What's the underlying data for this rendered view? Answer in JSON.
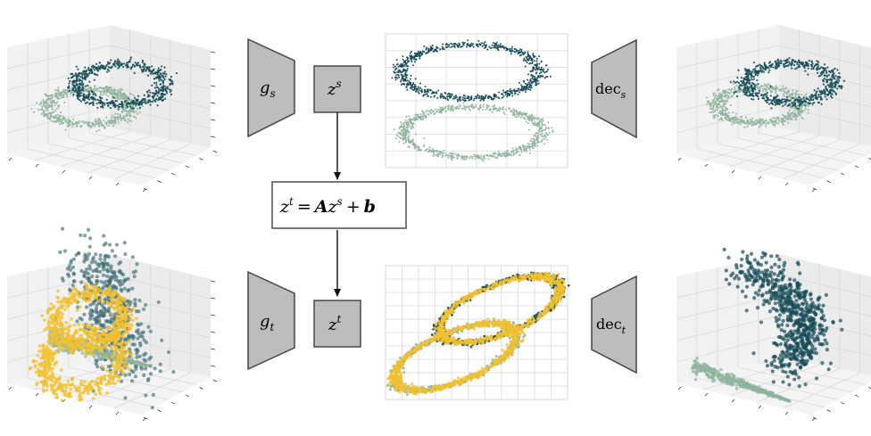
{
  "labels": {
    "g_s": {
      "base": "g",
      "sub": "s"
    },
    "z_s": {
      "base": "z",
      "sup": "s"
    },
    "dec_s": {
      "base": "dec",
      "sub": "s"
    },
    "g_t": {
      "base": "g",
      "sub": "t"
    },
    "z_t": {
      "base": "z",
      "sup": "t"
    },
    "dec_t": {
      "base": "dec",
      "sub": "t"
    },
    "transform": {
      "lhs": "z",
      "lhs_sup": "t",
      "eq": "=",
      "A": "A",
      "z": "z",
      "z_sup": "s",
      "plus": "+",
      "b": "b"
    }
  },
  "colors": {
    "dark_teal": "#154b57",
    "mid_teal": "#3f6f76",
    "sage": "#8fb39c",
    "yellow": "#f2c12e",
    "block_fill": "#bdbdbd",
    "block_stroke": "#444444",
    "grid": "#d9d9d9",
    "pane": "#f2f2f2"
  }
}
